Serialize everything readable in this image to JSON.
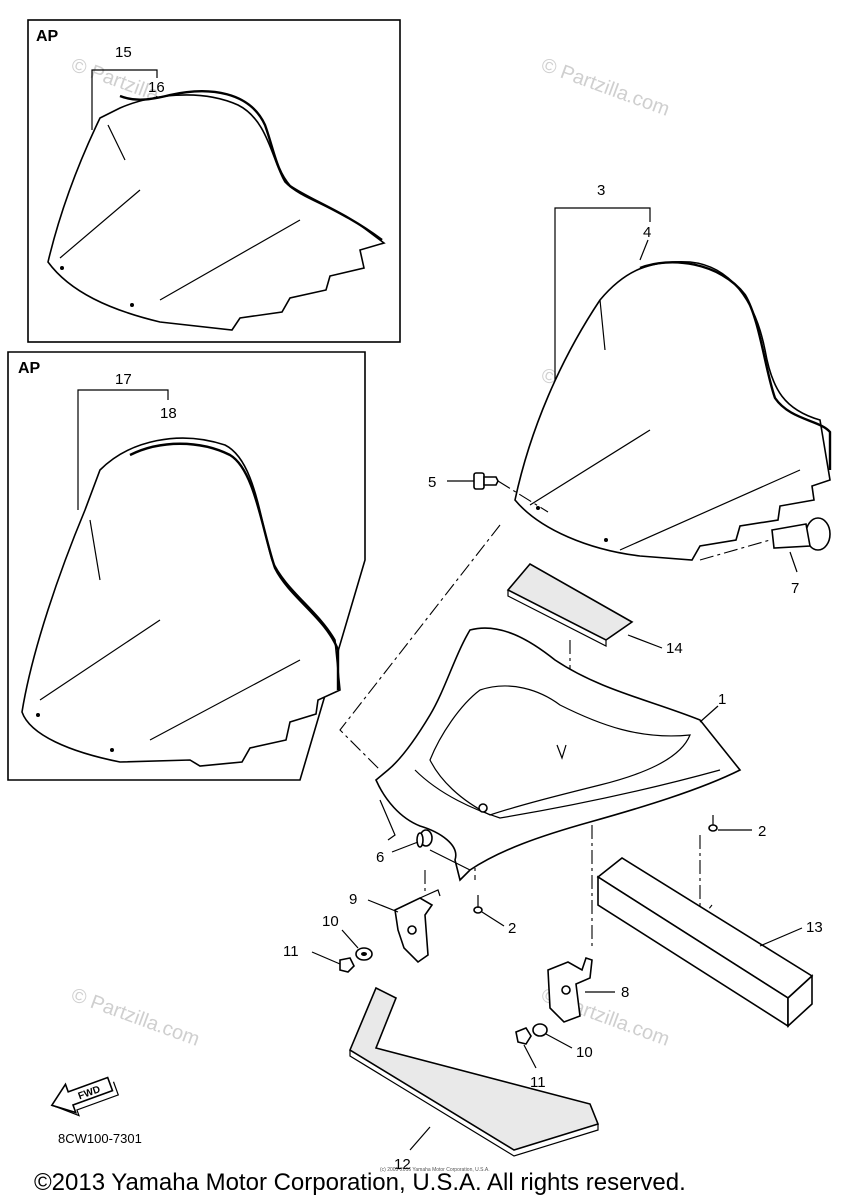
{
  "inset_labels": {
    "top": "AP",
    "middle": "AP"
  },
  "callouts": {
    "c1": "1",
    "c2a": "2",
    "c2b": "2",
    "c3": "3",
    "c4": "4",
    "c5": "5",
    "c6": "6",
    "c7": "7",
    "c8": "8",
    "c9": "9",
    "c10a": "10",
    "c10b": "10",
    "c11a": "11",
    "c11b": "11",
    "c12": "12",
    "c13": "13",
    "c14": "14",
    "c15": "15",
    "c16": "16",
    "c17": "17",
    "c18": "18"
  },
  "fwd_label": "FWD",
  "diagram_code": "8CW100-7301",
  "watermark": "© Partzilla.com",
  "copyright": "©2013 Yamaha Motor Corporation, U.S.A. All rights reserved.",
  "tiny_copyright": "(c) 2005-2016 Yamaha Motor Corporation, U.S.A."
}
